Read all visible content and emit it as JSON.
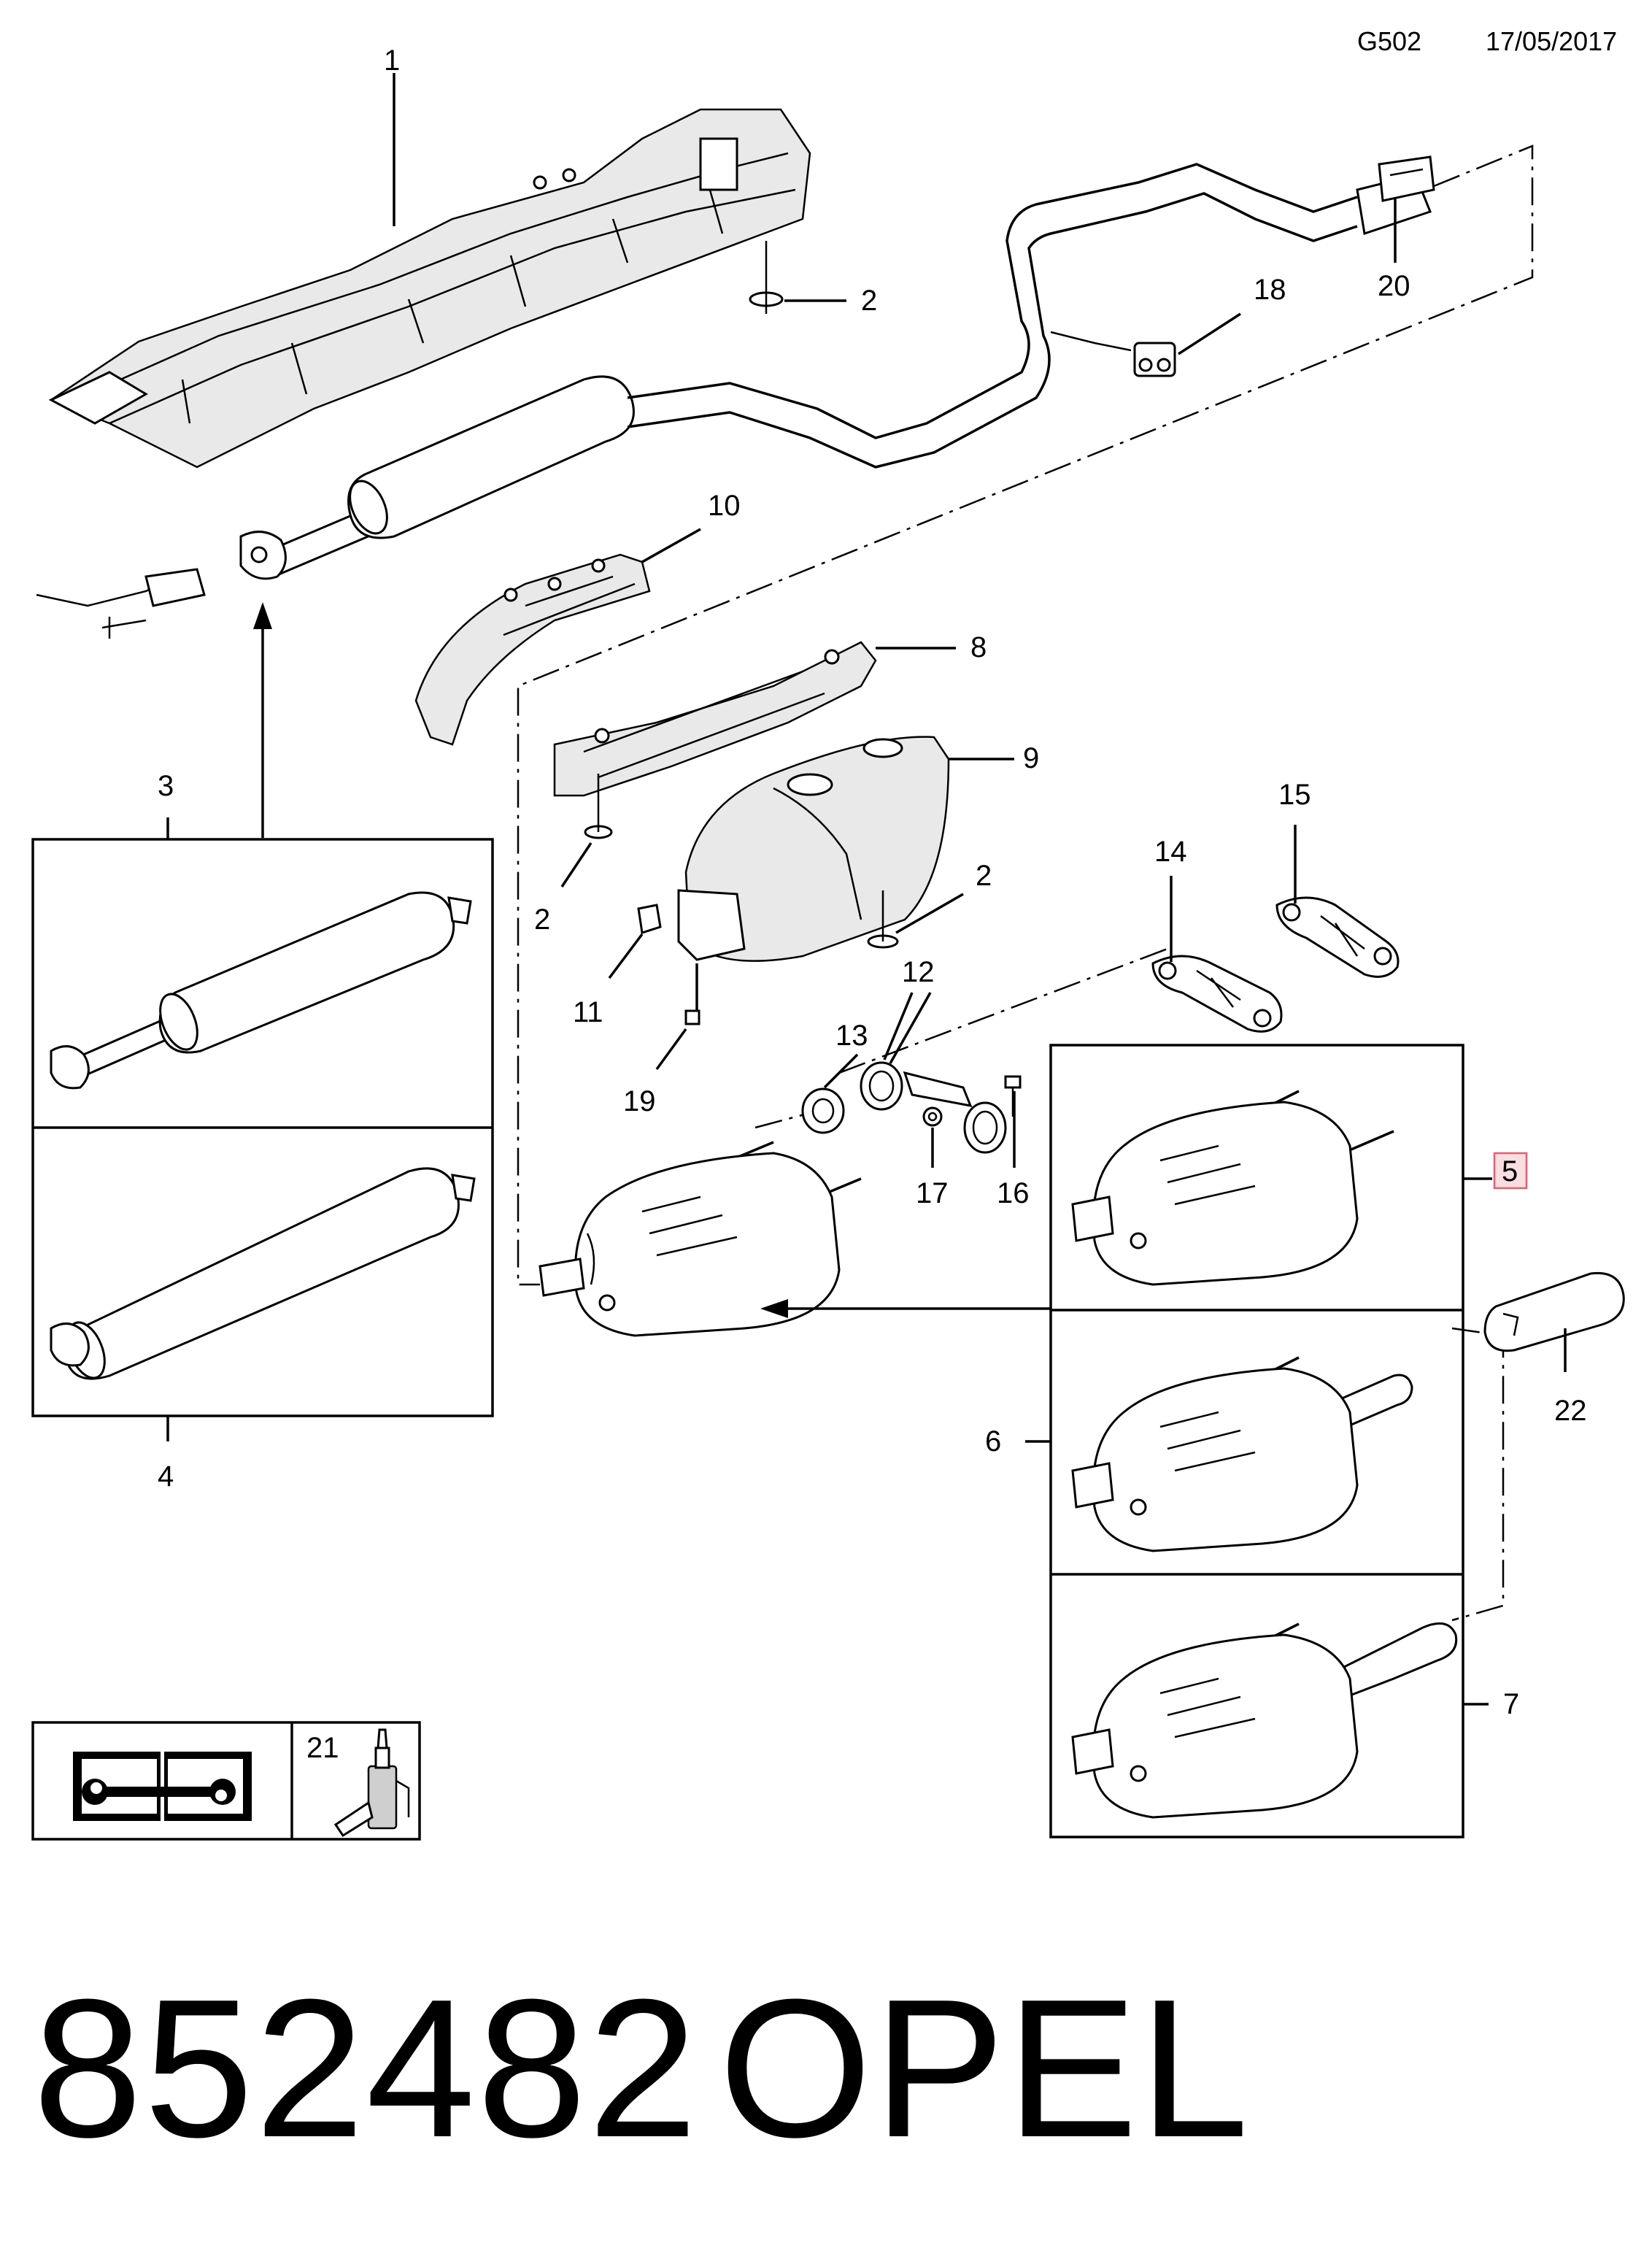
{
  "header": {
    "code": "G502",
    "date": "17/05/2017"
  },
  "callouts": {
    "c1": "1",
    "c2a": "2",
    "c2b": "2",
    "c2c": "2",
    "c3": "3",
    "c4": "4",
    "c5": "5",
    "c6": "6",
    "c7": "7",
    "c8": "8",
    "c9": "9",
    "c10": "10",
    "c11": "11",
    "c12": "12",
    "c13": "13",
    "c14": "14",
    "c15": "15",
    "c16": "16",
    "c17": "17",
    "c18": "18",
    "c19": "19",
    "c20": "20",
    "c21": "21",
    "c22": "22"
  },
  "footer": {
    "part_number": "852482",
    "brand": "OPEL"
  },
  "icons": [
    "repair-manual-icon",
    "adhesive-bottle-icon"
  ],
  "highlight_color": "#e06070"
}
